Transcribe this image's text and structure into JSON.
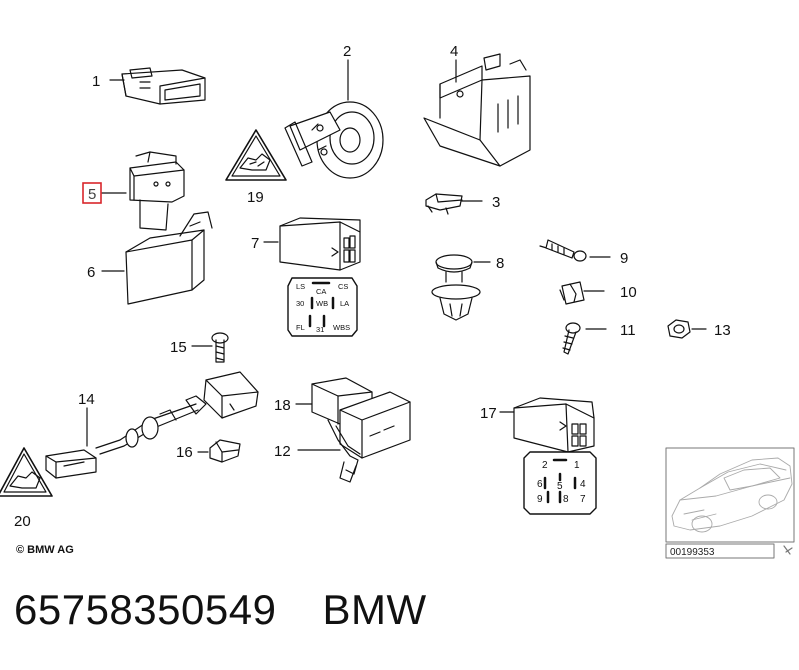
{
  "diagram": {
    "callouts": [
      "1",
      "2",
      "3",
      "4",
      "5",
      "6",
      "7",
      "8",
      "9",
      "10",
      "11",
      "12",
      "13",
      "14",
      "15",
      "16",
      "17",
      "18",
      "19",
      "20"
    ],
    "highlighted_callout": "5",
    "highlight_color": "#d9262b",
    "relay_7_labels": {
      "ls": "LS",
      "ca": "CA",
      "cs": "CS",
      "p30": "30",
      "wb": "WB",
      "la": "LA",
      "fl": "FL",
      "p31": "31",
      "wbs": "WBS"
    },
    "relay_17_labels": {
      "t2": "2",
      "t1": "1",
      "t6": "6",
      "t5": "5",
      "t4": "4",
      "t9": "9",
      "t8": "8",
      "t7": "7"
    },
    "copyright": "© BMW AG",
    "doc_number": "00199353"
  },
  "footer": {
    "part_number": "65758350549",
    "brand": "BMW"
  }
}
